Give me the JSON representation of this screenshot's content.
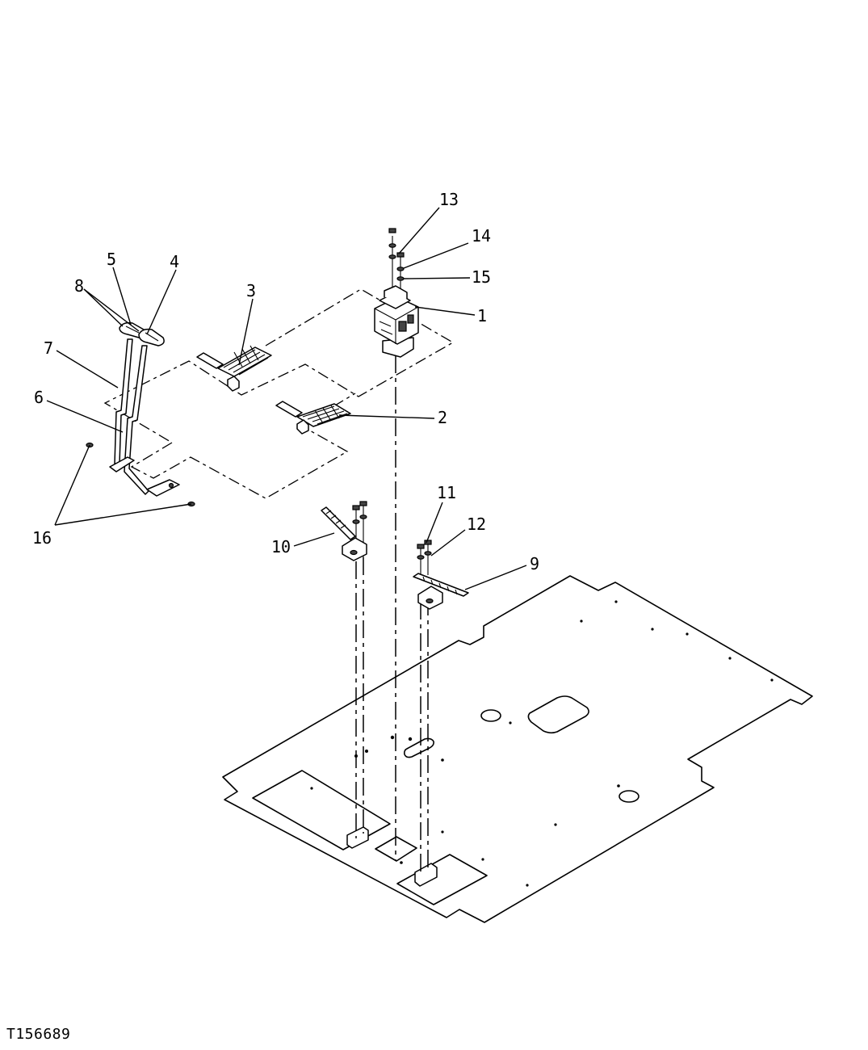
{
  "figure_id": "T156689",
  "callouts": {
    "c1": "1",
    "c2": "2",
    "c3": "3",
    "c4": "4",
    "c5": "5",
    "c6": "6",
    "c7": "7",
    "c8": "8",
    "c9": "9",
    "c10": "10",
    "c11": "11",
    "c12": "12",
    "c13": "13",
    "c14": "14",
    "c15": "15",
    "c16": "16"
  }
}
